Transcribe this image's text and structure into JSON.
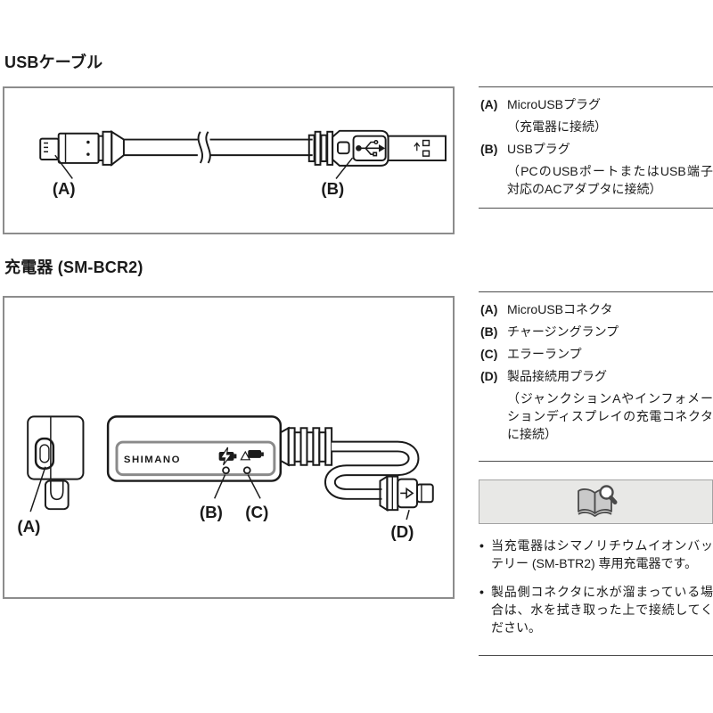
{
  "colors": {
    "text": "#1a1a1a",
    "box_border": "#8c8c8c",
    "divider": "#4d4d4d",
    "note_box_bg": "#e8e8e6",
    "note_box_border": "#a3a3a3"
  },
  "sections": {
    "usb_cable": {
      "title": "USBケーブル",
      "labels": {
        "a": "(A)",
        "b": "(B)"
      },
      "legend": [
        {
          "key": "(A)",
          "name": "MicroUSBプラグ",
          "desc": "（充電器に接続）"
        },
        {
          "key": "(B)",
          "name": "USBプラグ",
          "desc": "（PCのUSBポートまたはUSB端子対応のACアダプタに接続）"
        }
      ]
    },
    "charger": {
      "title": "充電器 (SM-BCR2)",
      "brand": "SHIMANO",
      "labels": {
        "a": "(A)",
        "b": "(B)",
        "c": "(C)",
        "d": "(D)"
      },
      "legend": [
        {
          "key": "(A)",
          "name": "MicroUSBコネクタ"
        },
        {
          "key": "(B)",
          "name": "チャージングランプ"
        },
        {
          "key": "(C)",
          "name": "エラーランプ"
        },
        {
          "key": "(D)",
          "name": "製品接続用プラグ",
          "desc": "（ジャンクションAやインフォメーションディスプレイの充電コネクタに接続）"
        }
      ],
      "notes": {
        "icon": "book-with-magnifier",
        "items": [
          "当充電器はシマノリチウムイオンバッテリー (SM-BTR2) 専用充電器です。",
          "製品側コネクタに水が溜まっている場合は、水を拭き取った上で接続してください。"
        ]
      }
    }
  }
}
